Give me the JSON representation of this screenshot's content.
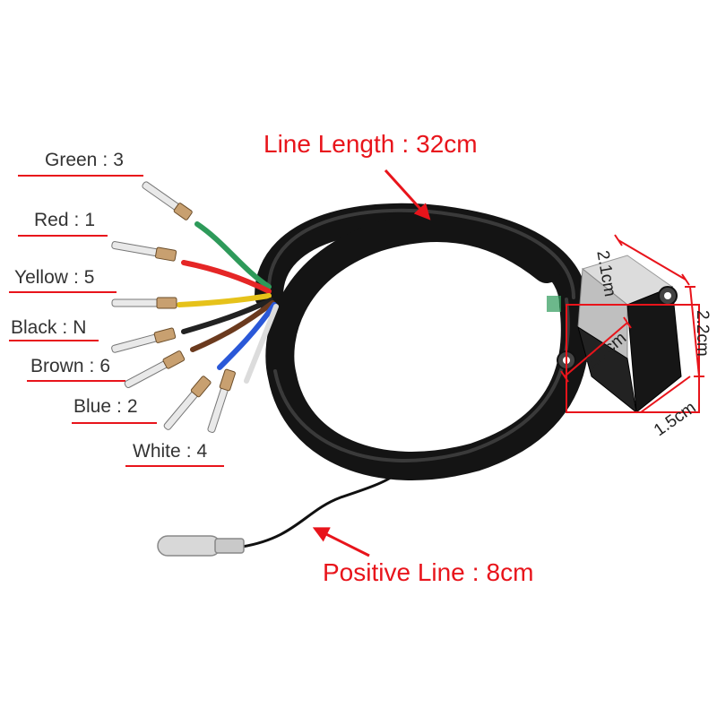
{
  "wire_labels": [
    {
      "name": "Green",
      "pin": "3",
      "color": "#2e9a5a"
    },
    {
      "name": "Red",
      "pin": "1",
      "color": "#e52626"
    },
    {
      "name": "Yellow",
      "pin": "5",
      "color": "#e6c21a"
    },
    {
      "name": "Black",
      "pin": "N",
      "color": "#222222"
    },
    {
      "name": "Brown",
      "pin": "6",
      "color": "#6b3a1e"
    },
    {
      "name": "Blue",
      "pin": "2",
      "color": "#2a58d8"
    },
    {
      "name": "White",
      "pin": "4",
      "color": "#e8e8e8"
    }
  ],
  "separator": ":",
  "callouts": {
    "line_length_label": "Line Length",
    "line_length_value": "32cm",
    "positive_line_label": "Positive Line",
    "positive_line_value": "8cm"
  },
  "dimensions": {
    "top_width": "2.1cm",
    "right_height": "2.2cm",
    "depth": "2.7cm",
    "bottom_width": "1.5cm"
  },
  "colors": {
    "accent_red": "#e8141b",
    "cable_black": "#141414"
  }
}
